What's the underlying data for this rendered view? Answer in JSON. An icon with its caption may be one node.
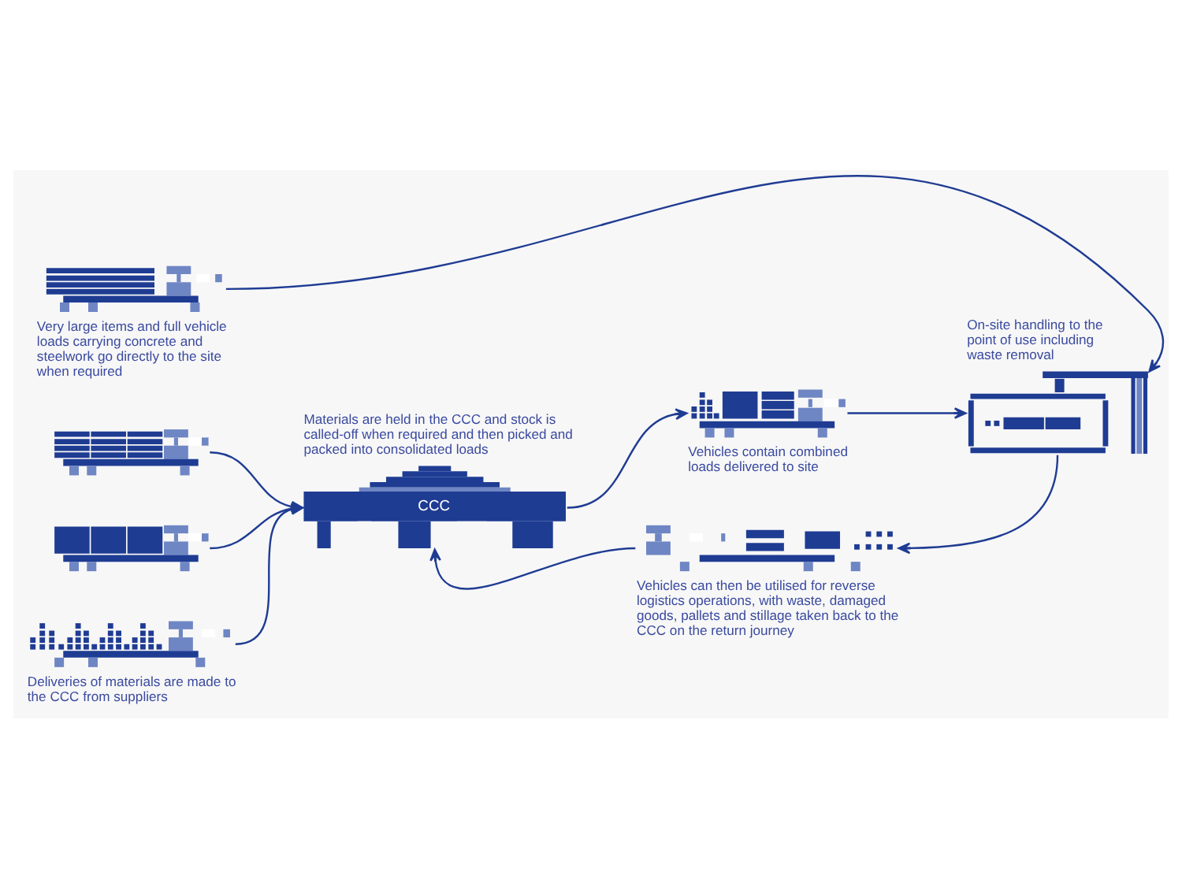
{
  "diagram": {
    "nodes": [
      {
        "text": [],
        "shape": "picture",
        "beside": [
          "Very large items and full vehicle loads carrying concrete and steelwork go directly to the site when required"
        ]
      },
      {
        "text": [],
        "shape": "picture"
      },
      {
        "text": [],
        "shape": "picture"
      },
      {
        "text": [],
        "shape": "picture",
        "beside": [
          "Deliveries of materials are made to the CCC from suppliers"
        ]
      },
      {
        "text": [
          "CCC"
        ],
        "beside": [
          "Materials are held in the CCC and stock is called-off when required and then picked and packed into consolidated loads"
        ]
      },
      {
        "text": [],
        "shape": "picture",
        "beside": [
          "Vehicles contain combined loads delivered to site"
        ]
      },
      {
        "text": [],
        "shape": "picture",
        "beside": [
          "On-site handling to the point of use including waste removal"
        ]
      },
      {
        "text": [],
        "shape": "picture",
        "beside": [
          "Vehicles can then be utilised for reverse logistics operations, with waste, damaged goods, pallets and stillage taken back to the CCC on the return journey"
        ]
      }
    ],
    "edges": [
      {
        "from": 0,
        "to": 6,
        "arrow": "to"
      },
      {
        "from": 1,
        "to": 4,
        "arrow": "to"
      },
      {
        "from": 2,
        "to": 4,
        "arrow": "to"
      },
      {
        "from": 3,
        "to": 4,
        "arrow": "to"
      },
      {
        "from": 4,
        "to": 5,
        "arrow": "to"
      },
      {
        "from": 5,
        "to": 6,
        "arrow": "to"
      },
      {
        "from": 6,
        "to": 7,
        "arrow": "to"
      },
      {
        "from": 7,
        "to": 4,
        "arrow": "to"
      }
    ]
  }
}
